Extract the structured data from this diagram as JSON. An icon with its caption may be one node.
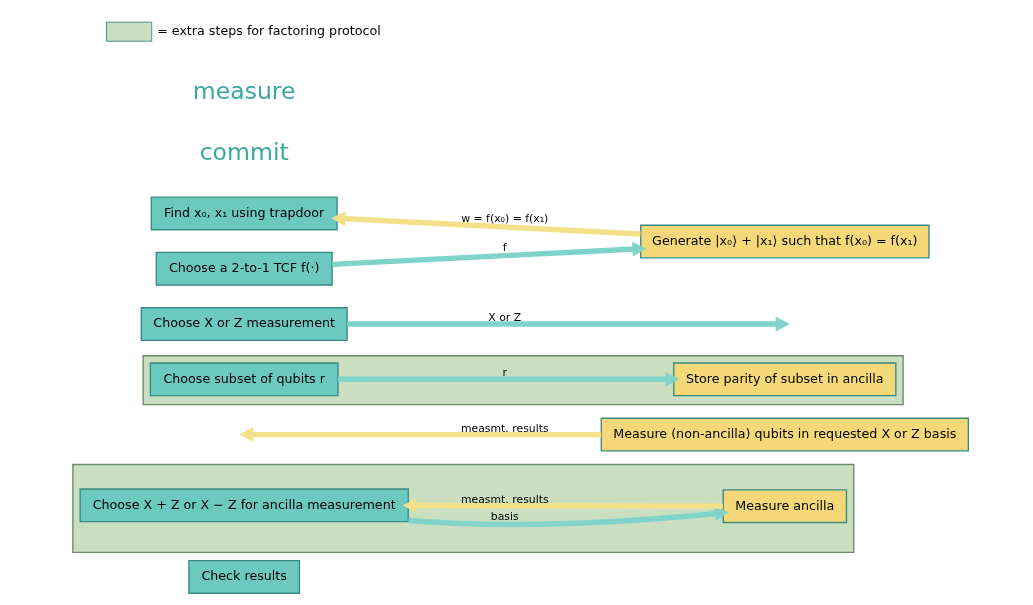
{
  "diagram": {
    "nodes": [
      {
        "text": [
          "Choose a 2-to-1 TCF f(·)"
        ]
      },
      {
        "text": [
          "Find x₀, x₁ using trapdoor"
        ]
      },
      {
        "text": [
          "Generate |x₀⟩ + |x₁⟩ such that f(x₀) = f(x₁)"
        ]
      },
      {
        "text": [
          "Choose X or Z measurement"
        ]
      },
      {
        "text": [],
        "shape": "box"
      },
      {
        "text": [
          "Choose subset of qubits r"
        ],
        "in": 4
      },
      {
        "text": [
          "Store parity of subset in ancilla"
        ],
        "in": 4
      },
      {
        "text": [
          "Measure (non-ancilla) qubits in requested X or Z basis"
        ]
      },
      {
        "text": [],
        "shape": "box"
      },
      {
        "text": [
          "Choose X + Z or X − Z for ancilla measurement"
        ],
        "in": 8
      },
      {
        "text": [
          "Measure ancilla"
        ],
        "in": 8
      },
      {
        "text": [
          "Check results"
        ]
      }
    ],
    "edges": [
      {
        "from": 0,
        "to": 2,
        "arrow": "to",
        "label": "f"
      },
      {
        "from": 2,
        "to": 1,
        "arrow": "to",
        "label": "w = f(x₀) = f(x₁)",
        "color": "#f5e08a"
      },
      {
        "from": 3,
        "to": null,
        "arrow": "to",
        "label": "X or Z"
      },
      {
        "from": 5,
        "to": 6,
        "arrow": "to",
        "label": "r"
      },
      {
        "from": 7,
        "to": null,
        "arrow": "to",
        "label": "measmt. results",
        "color": "#f5e08a"
      },
      {
        "from": 9,
        "to": 10,
        "arrow": "to",
        "label": "basis"
      },
      {
        "from": 10,
        "to": 9,
        "arrow": "to",
        "label": "measmt. results",
        "color": "#f5e08a"
      }
    ],
    "labels": [
      "commit",
      "measure"
    ],
    "legend": [
      {
        "text": "= extra steps for factoring protocol",
        "color": "#c9dfc0"
      }
    ]
  }
}
